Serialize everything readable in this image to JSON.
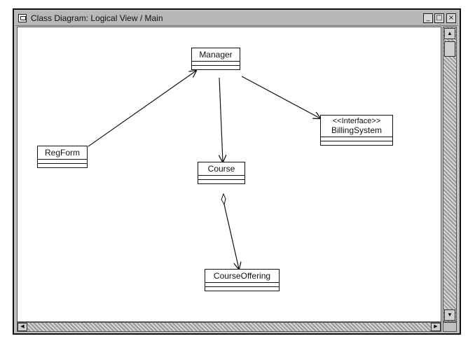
{
  "window": {
    "title": "Class Diagram: Logical View / Main",
    "buttons": {
      "minimize_icon": "minimize-icon",
      "maximize_icon": "maximize-icon",
      "close_icon": "close-icon"
    }
  },
  "diagram": {
    "classes": {
      "manager": {
        "name": "Manager"
      },
      "regform": {
        "name": "RegForm"
      },
      "billing": {
        "stereotype": "<<Interface>>",
        "name": "BillingSystem"
      },
      "course": {
        "name": "Course"
      },
      "offering": {
        "name": "CourseOffering"
      }
    },
    "relationships": [
      {
        "from": "RegForm",
        "to": "Manager",
        "kind": "association"
      },
      {
        "from": "Manager",
        "to": "Course",
        "kind": "association"
      },
      {
        "from": "Manager",
        "to": "BillingSystem",
        "kind": "association"
      },
      {
        "from": "Course",
        "to": "CourseOffering",
        "kind": "aggregation"
      }
    ]
  },
  "colors": {
    "line": "#111111",
    "window_bg": "#c0c0c0",
    "canvas_bg": "#ffffff"
  }
}
